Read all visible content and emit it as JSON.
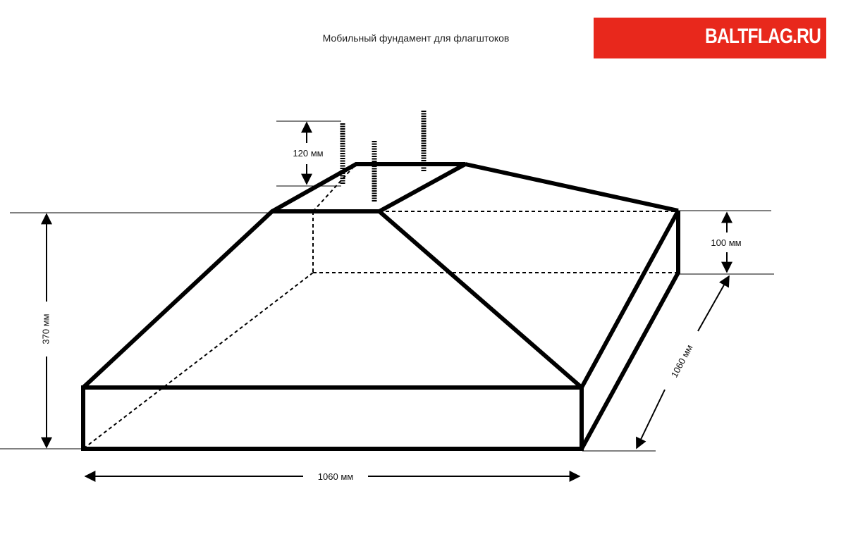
{
  "header": {
    "title": "Мобильный фундамент для флагштоков",
    "logo_text": "BALTFLAG.RU",
    "logo_color": "#e8281c"
  },
  "dimensions": {
    "total_height": "370 мм",
    "base_width": "1060 мм",
    "base_depth": "1060 мм",
    "base_height": "100 мм",
    "bolt_height": "120 мм"
  }
}
